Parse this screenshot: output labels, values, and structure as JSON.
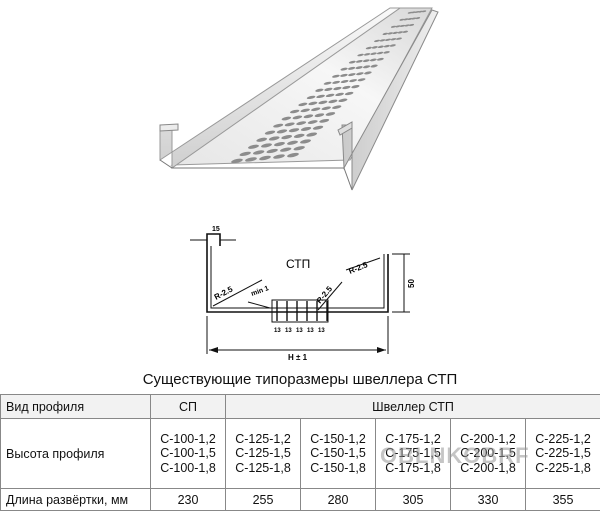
{
  "drawing": {
    "profile_name": "СТП",
    "dim_flange": "15",
    "dim_radius_left": "R-2.5",
    "dim_radius_right": "R-2.5",
    "dim_radius_center": "R-2.5",
    "dim_min": "min 1",
    "dim_slots": [
      "13",
      "13",
      "13",
      "13",
      "13"
    ],
    "dim_height": "50",
    "dim_width": "H ± 1"
  },
  "table": {
    "title": "Существующие типоразмеры швеллера СТП",
    "header": {
      "col_type": "Вид  профиля",
      "col_sp": "СП",
      "col_stp": "Швеллер СТП"
    },
    "height_row": {
      "label": "Высота профиля",
      "cells": [
        [
          "С-100-1,2",
          "С-100-1,5",
          "С-100-1,8"
        ],
        [
          "С-125-1,2",
          "С-125-1,5",
          "С-125-1,8"
        ],
        [
          "С-150-1,2",
          "С-150-1,5",
          "С-150-1,8"
        ],
        [
          "С-175-1,2",
          "С-175-1,5",
          "С-175-1,8"
        ],
        [
          "С-200-1,2",
          "С-200-1,5",
          "С-200-1,8"
        ],
        [
          "С-225-1,2",
          "С-225-1,5",
          "С-225-1,8"
        ]
      ]
    },
    "length_row": {
      "label": "Длина развёртки, мм",
      "values": [
        "230",
        "255",
        "280",
        "305",
        "330",
        "355"
      ]
    }
  },
  "watermark": "OBLNKOBRF",
  "colors": {
    "steel_light": "#f4f4f4",
    "steel_mid": "#c8c8c8",
    "steel_dark": "#8a8a8a",
    "line": "#111111",
    "border": "#888888"
  }
}
